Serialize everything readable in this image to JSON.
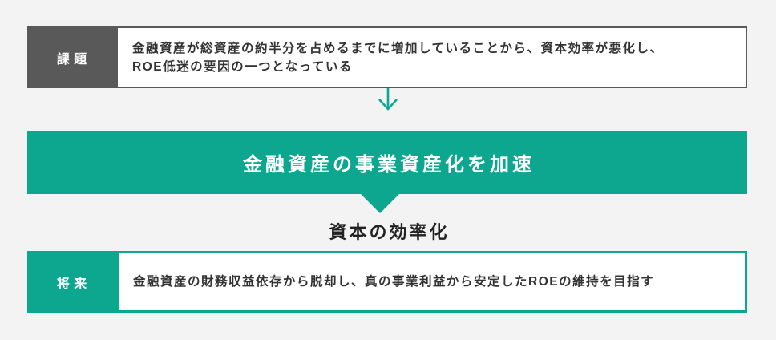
{
  "colors": {
    "background": "#f4f3f3",
    "dark_gray": "#595959",
    "teal": "#0ca78e",
    "body_text": "#333333",
    "box_background": "#ffffff"
  },
  "issue_row": {
    "label": "課題",
    "body_line1": "金融資産が総資産の約半分を占めるまでに増加していることから、資本効率が悪化し、",
    "body_line2": "ROE低迷の要因の一つとなっている"
  },
  "arrow": {
    "icon": "down-arrow",
    "color": "#0ca78e"
  },
  "banner": {
    "text": "金融資産の事業資産化を加速"
  },
  "heading": {
    "text": "資本の効率化"
  },
  "future_row": {
    "label": "将来",
    "body": "金融資産の財務収益依存から脱却し、真の事業利益から安定したROEの維持を目指す"
  }
}
